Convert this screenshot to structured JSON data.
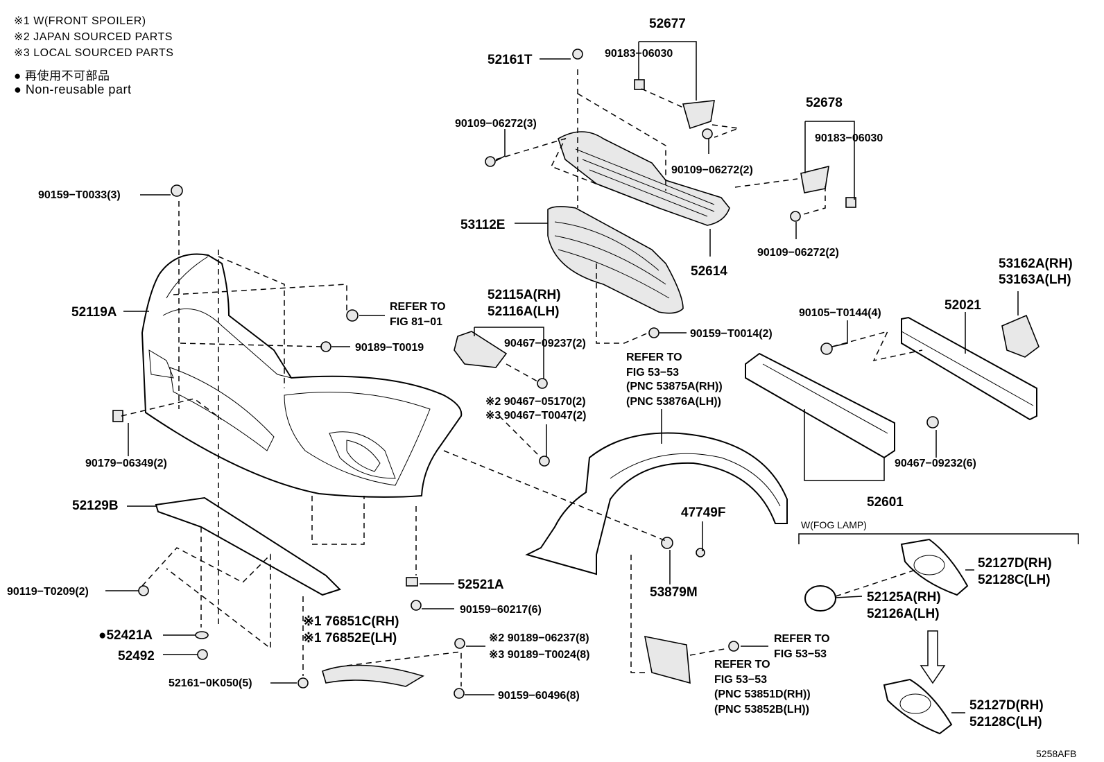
{
  "notes": [
    "※1 W(FRONT SPOILER)",
    "※2  JAPAN SOURCED PARTS",
    "※3  LOCAL SOURCED PARTS",
    "● 再使用不可部品",
    "● Non-reusable part"
  ],
  "labels": {
    "p52677": "52677",
    "p90183a": "90183−06030",
    "p52161T": "52161T",
    "p90109a": "90109−06272(3)",
    "p90109b": "90109−06272(2)",
    "p52678": "52678",
    "p90183b": "90183−06030",
    "p90159T0033": "90159−T0033(3)",
    "p53112E": "53112E",
    "p52614": "52614",
    "p90109c": "90109−06272(2)",
    "p53162A": "53162A(RH)",
    "p53163A": "53163A(LH)",
    "p52119A": "52119A",
    "ref81a": "REFER TO",
    "ref81b": "FIG 81−01",
    "p52115A": "52115A(RH)",
    "p52116A": "52116A(LH)",
    "p52021": "52021",
    "p90105": "90105−T0144(4)",
    "p90189T0019": "90189−T0019",
    "p90467_09237": "90467−09237(2)",
    "p90159T0014": "90159−T0014(2)",
    "ref53a1": "REFER TO",
    "ref53a2": "FIG 53−53",
    "ref53a3": "(PNC 53875A(RH))",
    "ref53a4": "(PNC 53876A(LH))",
    "p90467_05170": "※2 90467−05170(2)",
    "p90467_T0047": "※3 90467−T0047(2)",
    "p90179": "90179−06349(2)",
    "p90467_09232": "90467−09232(6)",
    "p52601": "52601",
    "p52129B": "52129B",
    "p47749F": "47749F",
    "fogTitle": "W(FOG LAMP)",
    "p52127D_a": "52127D(RH)",
    "p52128C_a": "52128C(LH)",
    "p90119": "90119−T0209(2)",
    "p52521A": "52521A",
    "p53879M": "53879M",
    "p52125A": "52125A(RH)",
    "p52126A": "52126A(LH)",
    "p90159_60217": "90159−60217(6)",
    "p76851C": "※1 76851C(RH)",
    "p76852E": "※1 76852E(LH)",
    "p52421A": "●52421A",
    "p52492": "52492",
    "p90189_06237": "※2  90189−06237(8)",
    "p90189_T0024": "※3  90189−T0024(8)",
    "ref53b1": "REFER TO",
    "ref53b2": "FIG 53−53",
    "ref53c1": "REFER TO",
    "ref53c2": "FIG 53−53",
    "ref53c3": "(PNC 53851D(RH))",
    "ref53c4": "(PNC 53852B(LH))",
    "p52161_0K050": "52161−0K050(5)",
    "p90159_60496": "90159−60496(8)",
    "p52127D_b": "52127D(RH)",
    "p52128C_b": "52128C(LH)",
    "figId": "5258AFB"
  }
}
